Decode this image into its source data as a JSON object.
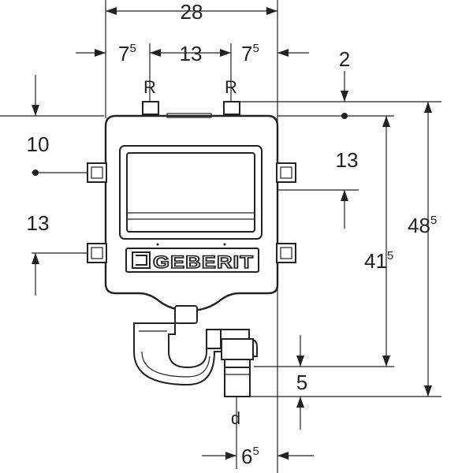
{
  "dimensions": {
    "overall_width": "28",
    "left_offset": {
      "base": "7",
      "sup": "5"
    },
    "valve_spacing": "13",
    "right_offset": {
      "base": "7",
      "sup": "5"
    },
    "top_gap": "2",
    "left_side_upper": "10",
    "left_side_lower": "13",
    "right_upper": "13",
    "height_inner": {
      "base": "41",
      "sup": "5"
    },
    "height_overall": {
      "base": "48",
      "sup": "5"
    },
    "bottom_gap": "5",
    "drain_offset": {
      "base": "6",
      "sup": "5"
    }
  },
  "labels": {
    "valve_left": "R",
    "valve_right": "R",
    "drain_diameter": "d",
    "brand": "GEBERIT"
  }
}
